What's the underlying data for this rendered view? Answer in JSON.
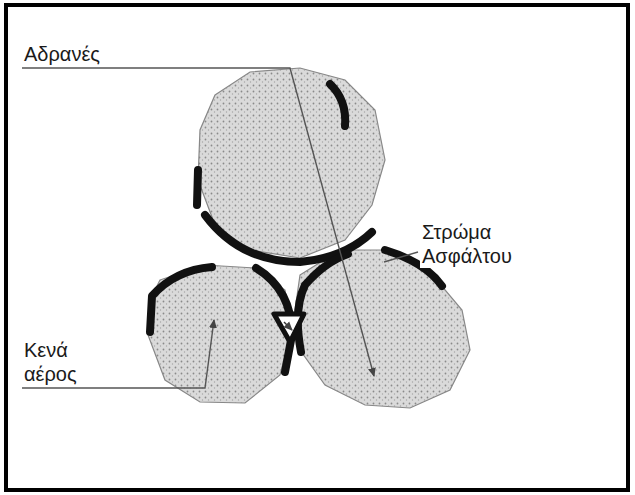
{
  "diagram": {
    "labels": [
      "Αδρανές",
      "Στρώμα Ασφάλτου",
      "Κενά αέρος"
    ]
  }
}
